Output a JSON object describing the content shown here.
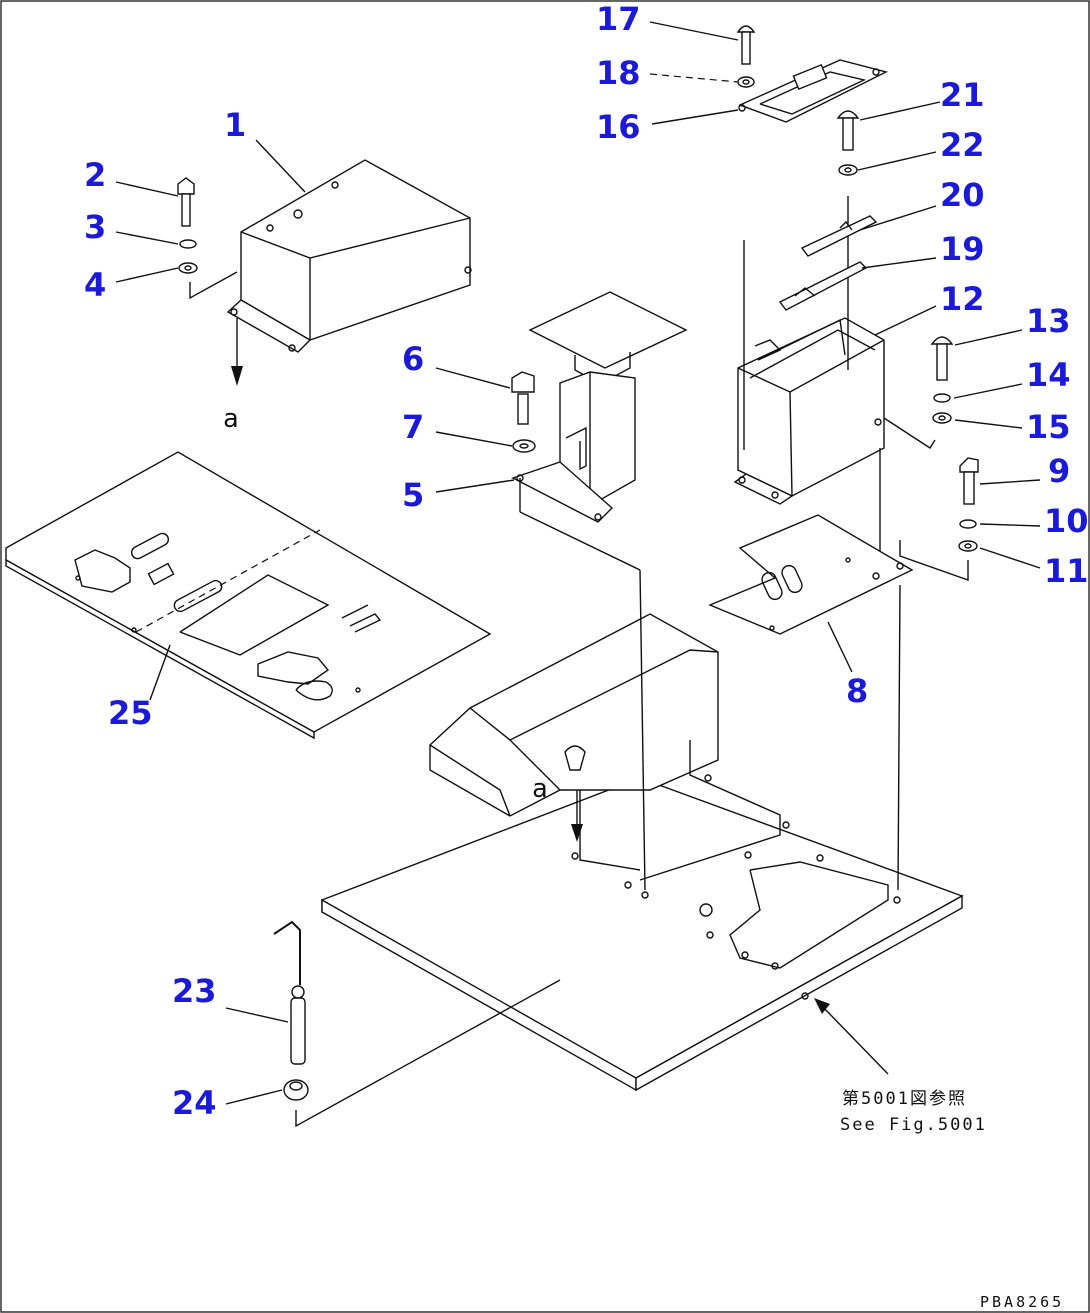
{
  "figure_code": "PBA8265",
  "reference_note": {
    "japanese": "第5001図参照",
    "english": "See Fig.5001"
  },
  "view_marker": "a",
  "part_labels": [
    {
      "id": "1",
      "text": "1"
    },
    {
      "id": "2",
      "text": "2"
    },
    {
      "id": "3",
      "text": "3"
    },
    {
      "id": "4",
      "text": "4"
    },
    {
      "id": "5",
      "text": "5"
    },
    {
      "id": "6",
      "text": "6"
    },
    {
      "id": "7",
      "text": "7"
    },
    {
      "id": "8",
      "text": "8"
    },
    {
      "id": "9",
      "text": "9"
    },
    {
      "id": "10",
      "text": "10"
    },
    {
      "id": "11",
      "text": "11"
    },
    {
      "id": "12",
      "text": "12"
    },
    {
      "id": "13",
      "text": "13"
    },
    {
      "id": "14",
      "text": "14"
    },
    {
      "id": "15",
      "text": "15"
    },
    {
      "id": "16",
      "text": "16"
    },
    {
      "id": "17",
      "text": "17"
    },
    {
      "id": "18",
      "text": "18"
    },
    {
      "id": "19",
      "text": "19"
    },
    {
      "id": "20",
      "text": "20"
    },
    {
      "id": "21",
      "text": "21"
    },
    {
      "id": "22",
      "text": "22"
    },
    {
      "id": "23",
      "text": "23"
    },
    {
      "id": "24",
      "text": "24"
    },
    {
      "id": "25",
      "text": "25"
    }
  ],
  "colors": {
    "label": "#1a1ad8",
    "line": "#111111",
    "background": "#ffffff"
  }
}
